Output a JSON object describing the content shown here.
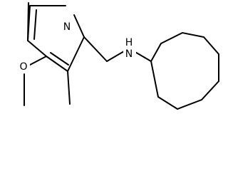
{
  "molecule": {
    "atoms": {
      "ring_nitrogen": "N",
      "methoxy_oxygen": "O",
      "amine_nitrogen": "N",
      "amine_hydrogen": "H"
    },
    "colors": {
      "bond": "#000000",
      "label": "#000000",
      "background": "#ffffff"
    }
  }
}
